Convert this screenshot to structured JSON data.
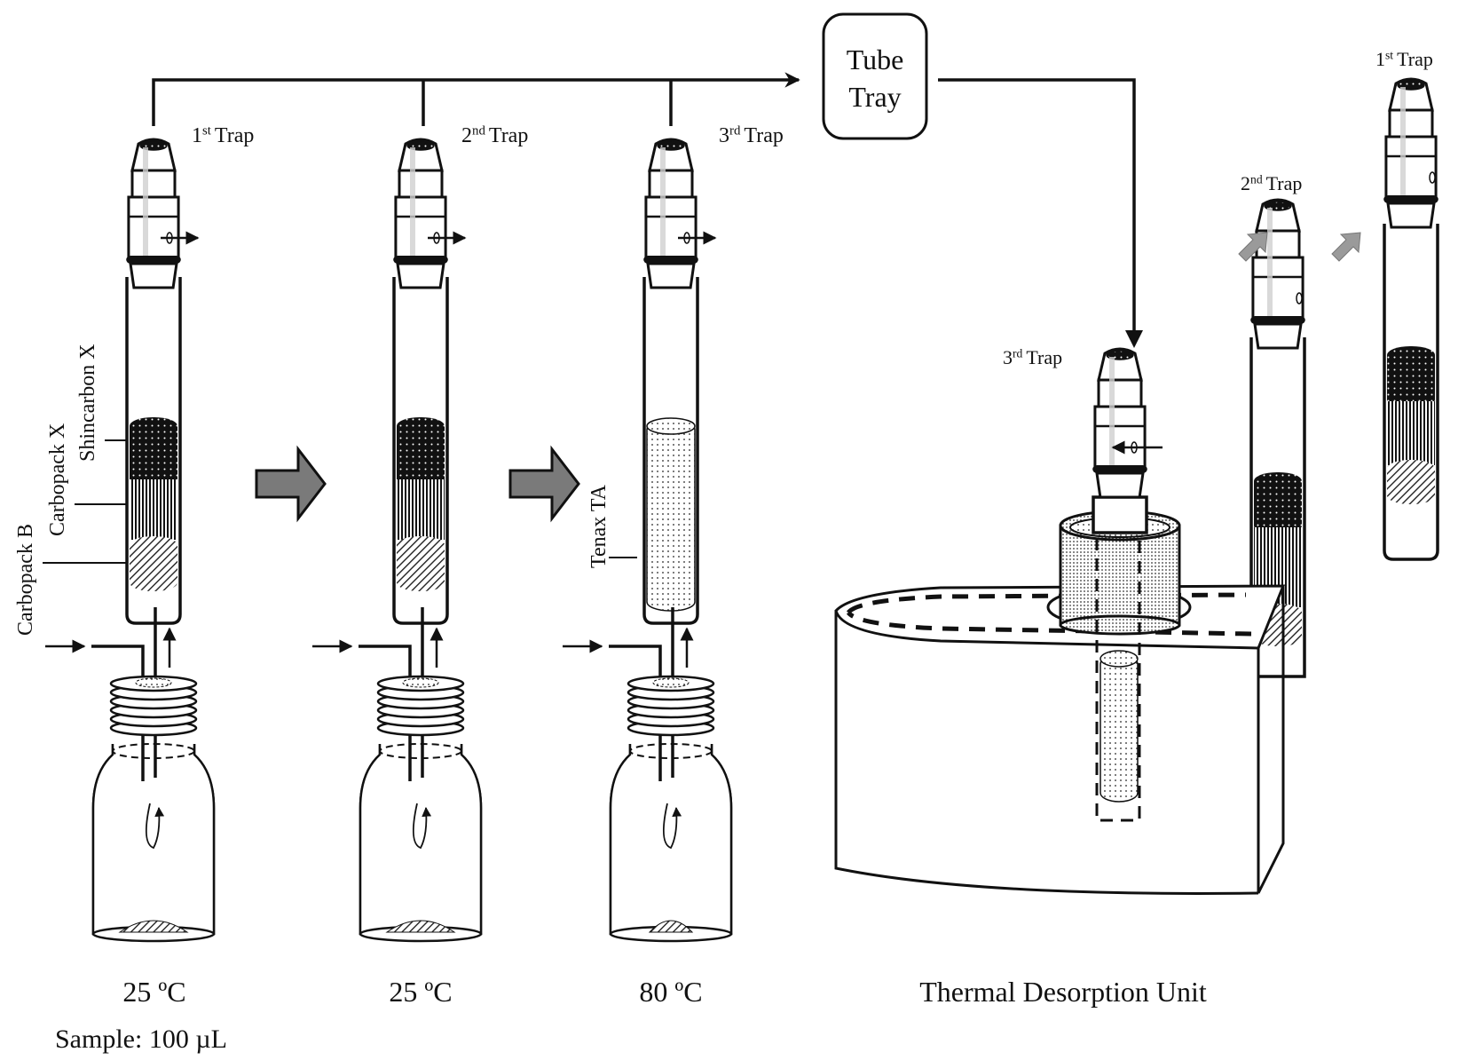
{
  "diagram": {
    "type": "process-flow",
    "title": "Sequential headspace trapping and thermal desorption"
  },
  "flow": {
    "tube_tray": {
      "line1": "Tube",
      "line2": "Tray"
    },
    "desorption_unit_label": "Thermal Desorption Unit",
    "transfer_arrow_color": "#7a7a7a"
  },
  "stages": [
    {
      "trap_ordinal": "1",
      "trap_suffix": "st",
      "trap_word": "Trap",
      "temperature": "25 ºC",
      "sorbents": [
        "Shincarbon X",
        "Carbopack X",
        "Carbopack B"
      ]
    },
    {
      "trap_ordinal": "2",
      "trap_suffix": "nd",
      "trap_word": "Trap",
      "temperature": "25 ºC",
      "sorbents": [
        "Shincarbon X",
        "Carbopack X",
        "Carbopack B"
      ]
    },
    {
      "trap_ordinal": "3",
      "trap_suffix": "rd",
      "trap_word": "Trap",
      "temperature": "80 ºC",
      "sorbents": [
        "Tenax TA"
      ]
    }
  ],
  "sorbent_labels": {
    "shincarbon": "Shincarbon X",
    "carbopack_x": "Carbopack X",
    "carbopack_b": "Carbopack B",
    "tenax": "Tenax TA"
  },
  "sample_label": "Sample: 100 µL",
  "desorption_traps": [
    {
      "trap_ordinal": "1",
      "trap_suffix": "st",
      "trap_word": "Trap"
    },
    {
      "trap_ordinal": "2",
      "trap_suffix": "nd",
      "trap_word": "Trap"
    },
    {
      "trap_ordinal": "3",
      "trap_suffix": "rd",
      "trap_word": "Trap"
    }
  ]
}
